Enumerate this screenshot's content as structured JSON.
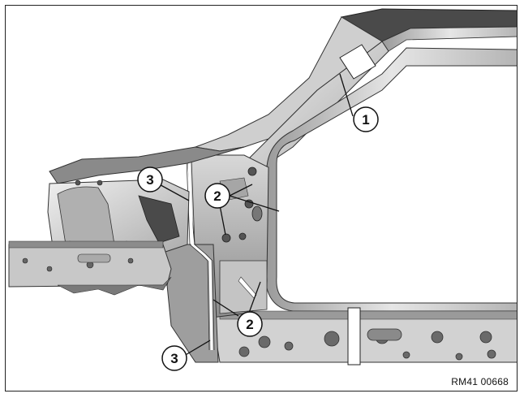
{
  "figure": {
    "reference_code": "RM41 00668",
    "callouts": [
      {
        "id": "callout-1",
        "label": "1"
      },
      {
        "id": "callout-2a",
        "label": "2"
      },
      {
        "id": "callout-2b",
        "label": "2"
      },
      {
        "id": "callout-3a",
        "label": "3"
      },
      {
        "id": "callout-3b",
        "label": "3"
      }
    ]
  },
  "colors": {
    "body_panel_light": "#e4e4e4",
    "body_panel_mid": "#bdbdbd",
    "body_panel_dark": "#7a7a7a",
    "cut_section": "#ffffff",
    "outline": "#222222"
  }
}
